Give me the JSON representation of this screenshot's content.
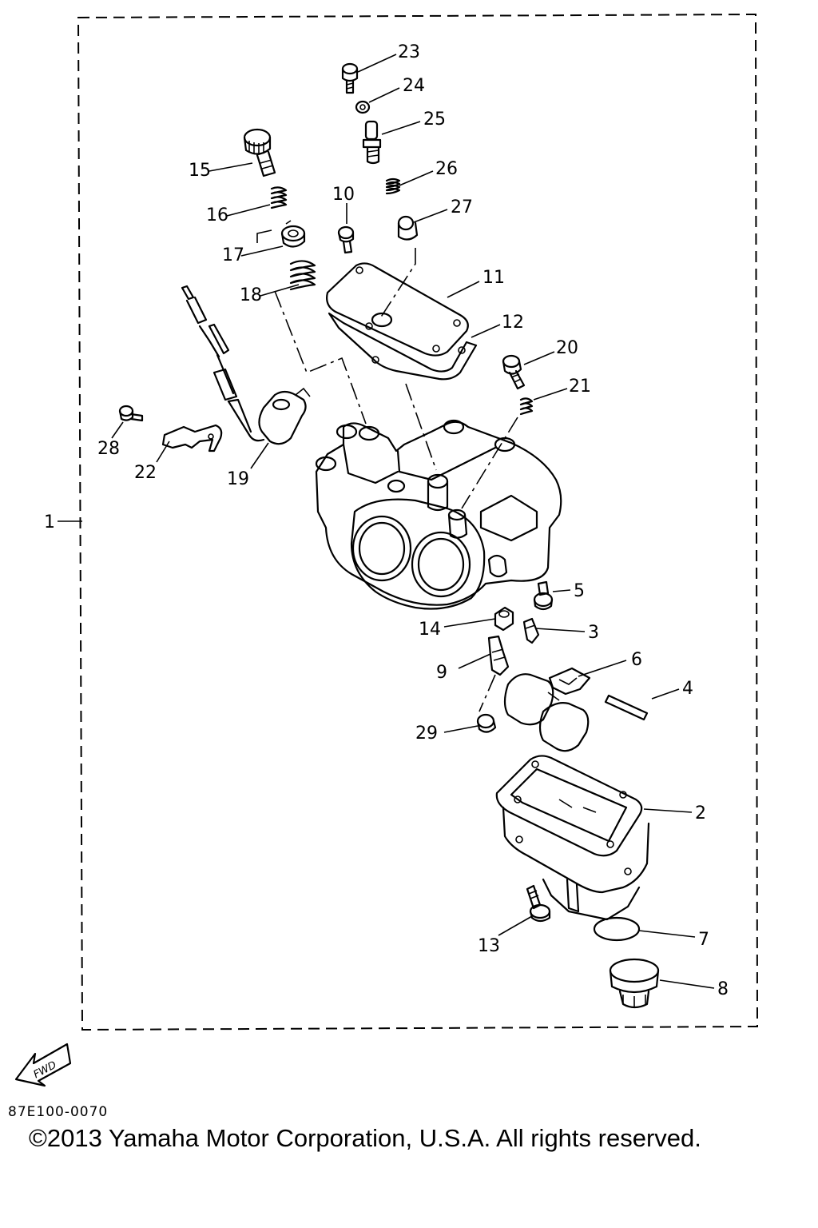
{
  "assembly_callout": "1",
  "parts": [
    {
      "number": "2"
    },
    {
      "number": "3"
    },
    {
      "number": "4"
    },
    {
      "number": "5"
    },
    {
      "number": "6"
    },
    {
      "number": "7"
    },
    {
      "number": "8"
    },
    {
      "number": "9"
    },
    {
      "number": "10"
    },
    {
      "number": "11"
    },
    {
      "number": "12"
    },
    {
      "number": "13"
    },
    {
      "number": "14"
    },
    {
      "number": "15"
    },
    {
      "number": "16"
    },
    {
      "number": "17"
    },
    {
      "number": "18"
    },
    {
      "number": "19"
    },
    {
      "number": "20"
    },
    {
      "number": "21"
    },
    {
      "number": "22"
    },
    {
      "number": "23"
    },
    {
      "number": "24"
    },
    {
      "number": "25"
    },
    {
      "number": "26"
    },
    {
      "number": "27"
    },
    {
      "number": "28"
    },
    {
      "number": "29"
    }
  ],
  "fwd_arrow_label": "FWD",
  "document_code": "87E100-0070",
  "copyright": "©2013 Yamaha Motor Corporation, U.S.A. All rights reserved."
}
